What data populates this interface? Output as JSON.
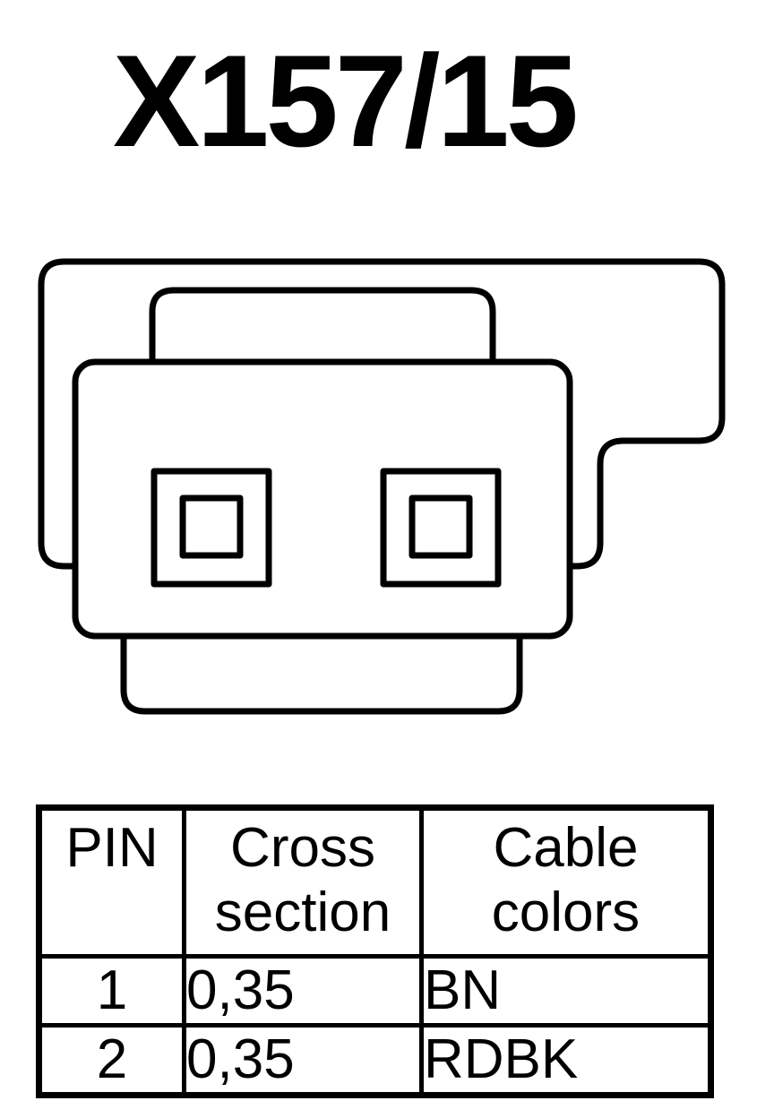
{
  "title": "X157/15",
  "connector": {
    "pin_count": 2
  },
  "table": {
    "headers": {
      "pin": "PIN",
      "cross_section": "Cross\nsection",
      "cable_colors": "Cable\ncolors"
    },
    "rows": [
      {
        "pin": "1",
        "cross_section": "0,35",
        "color": "BN"
      },
      {
        "pin": "2",
        "cross_section": "0,35",
        "color": "RDBK"
      }
    ]
  }
}
